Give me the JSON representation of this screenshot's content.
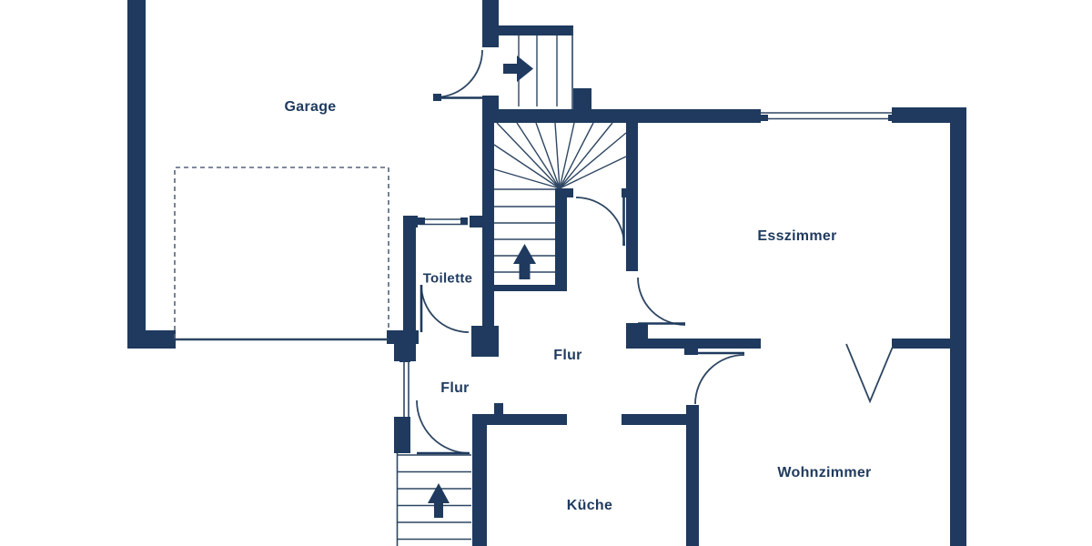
{
  "floorplan": {
    "colors": {
      "background": "#ffffff",
      "wall": "#1f3a5e",
      "line": "#2e4662",
      "dash": "#54647a",
      "text": "#1f3a5e"
    },
    "rooms": [
      {
        "id": "garage",
        "label": "Garage"
      },
      {
        "id": "esszimmer",
        "label": "Esszimmer"
      },
      {
        "id": "toilette",
        "label": "Toilette"
      },
      {
        "id": "flur-upper",
        "label": "Flur"
      },
      {
        "id": "flur-lower",
        "label": "Flur"
      },
      {
        "id": "kueche",
        "label": "Küche"
      },
      {
        "id": "wohnzimmer",
        "label": "Wohnzimmer"
      }
    ],
    "stairs": [
      {
        "id": "entry-stairs",
        "direction_icon": "arrow-right-icon"
      },
      {
        "id": "main-stairs",
        "direction_icon": "arrow-up-icon"
      },
      {
        "id": "basement-stairs",
        "direction_icon": "arrow-up-icon"
      }
    ]
  }
}
